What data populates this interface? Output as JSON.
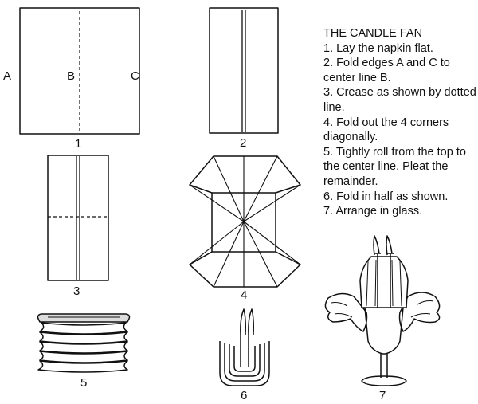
{
  "title": "THE CANDLE FAN",
  "steps": [
    "1. Lay the napkin flat.",
    "2. Fold edges A and C to center line B.",
    "3. Crease as shown by dotted line.",
    "4. Fold out the 4 corners diagonally.",
    "5. Tightly roll from the top to the center line. Pleat the remainder.",
    "6. Fold in half as shown.",
    "7. Arrange in glass."
  ],
  "edge_labels": {
    "a": "A",
    "b": "B",
    "c": "C"
  },
  "figure_numbers": [
    "1",
    "2",
    "3",
    "4",
    "5",
    "6",
    "7"
  ]
}
